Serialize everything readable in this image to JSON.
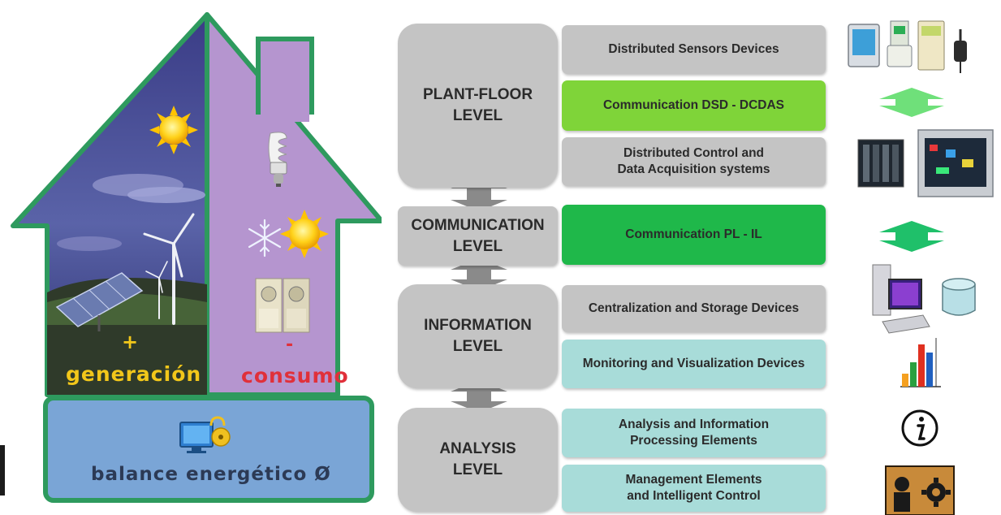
{
  "house": {
    "generation_sign": "+",
    "generation_label": "generación",
    "consumption_sign": "-",
    "consumption_label": "consumo",
    "balance_label": "balance energético Ø"
  },
  "levels": [
    {
      "line1": "PLANT-FLOOR",
      "line2": "LEVEL"
    },
    {
      "line1": "COMMUNICATION",
      "line2": "LEVEL"
    },
    {
      "line1": "INFORMATION",
      "line2": "LEVEL"
    },
    {
      "line1": "ANALYSIS",
      "line2": "LEVEL"
    }
  ],
  "items": {
    "distributed_sensors": "Distributed Sensors Devices",
    "comm_dsd_dcdas": "Communication DSD - DCDAS",
    "dcdas_line1": "Distributed Control and",
    "dcdas_line2": "Data Acquisition systems",
    "comm_pl_il": "Communication PL - IL",
    "centralization": "Centralization and Storage Devices",
    "monitoring": "Monitoring and Visualization Devices",
    "analysis_line1": "Analysis and Information",
    "analysis_line2": "Processing Elements",
    "management_line1": "Management Elements",
    "management_line2": "and Intelligent Control"
  },
  "colors": {
    "level_gray": "#c4c4c4",
    "comm_dsd": "#7fd439",
    "comm_pl_il": "#1fb84a",
    "info_teal": "#a8dcd9",
    "house_outline": "#2e9a5e",
    "generation_text": "#f2c71a",
    "consumption_text": "#e0303a"
  },
  "icons": [
    "sun-icon",
    "wind-turbine-icon",
    "solar-panel-icon",
    "light-bulb-icon",
    "snowflake-icon",
    "washing-machine-icon",
    "computer-icon",
    "meter-icon",
    "control-cabinet-icon",
    "database-icon",
    "bar-chart-icon",
    "info-icon",
    "gear-person-icon"
  ]
}
